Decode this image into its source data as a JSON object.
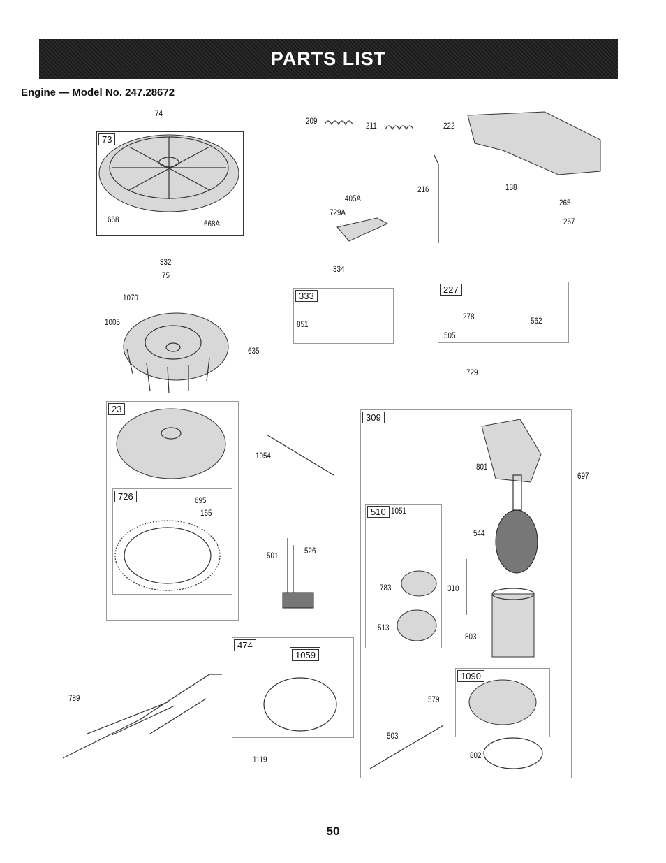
{
  "header": {
    "banner_title": "PARTS LIST",
    "subtitle": "Engine — Model No. 247.28672"
  },
  "boxes": {
    "b73": "73",
    "b333": "333",
    "b227": "227",
    "b23": "23",
    "b726": "726",
    "b309": "309",
    "b510": "510",
    "b474": "474",
    "b1059": "1059",
    "b1090": "1090"
  },
  "parts": {
    "p74": "74",
    "p668": "668",
    "p668A": "668A",
    "p332": "332",
    "p75": "75",
    "p1070": "1070",
    "p1005": "1005",
    "p209": "209",
    "p211": "211",
    "p222": "222",
    "p216": "216",
    "p405A": "405A",
    "p729A": "729A",
    "p188": "188",
    "p265": "265",
    "p267": "267",
    "p334": "334",
    "p851": "851",
    "p635": "635",
    "p278": "278",
    "p562": "562",
    "p505": "505",
    "p729": "729",
    "p1054": "1054",
    "p695": "695",
    "p165": "165",
    "p501": "501",
    "p526": "526",
    "p801": "801",
    "p697": "697",
    "p1051": "1051",
    "p544": "544",
    "p783": "783",
    "p310": "310",
    "p513": "513",
    "p803": "803",
    "p789": "789",
    "p579": "579",
    "p503": "503",
    "p802": "802",
    "p1119": "1119"
  },
  "footer": {
    "page_number": "50"
  }
}
